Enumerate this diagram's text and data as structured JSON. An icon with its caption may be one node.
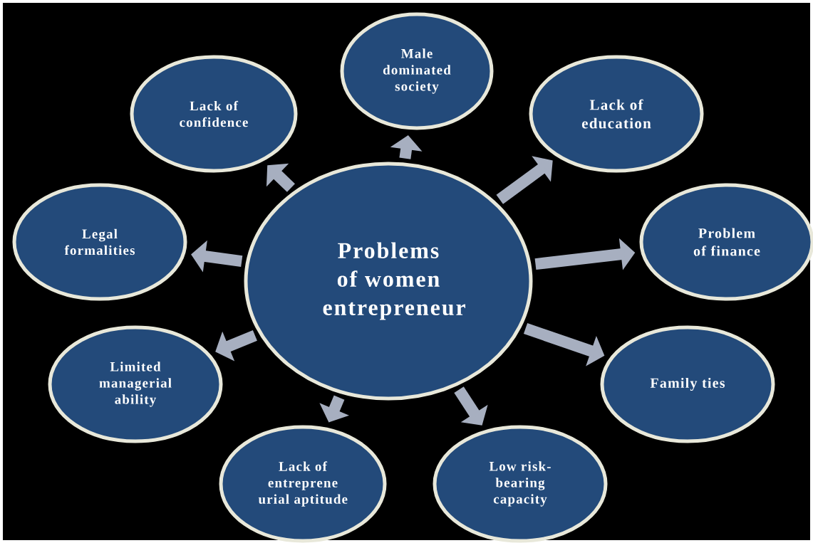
{
  "diagram": {
    "nodes": [
      {
        "text": [
          "Problems of women entrepreneur"
        ]
      },
      {
        "text": [
          "Male dominated society"
        ]
      },
      {
        "text": [
          "Lack of education"
        ]
      },
      {
        "text": [
          "Problem of finance"
        ]
      },
      {
        "text": [
          "Family ties"
        ]
      },
      {
        "text": [
          "Low risk-bearing capacity"
        ]
      },
      {
        "text": [
          "Lack of entreprene urial aptitude"
        ]
      },
      {
        "text": [
          "Limited managerial ability"
        ]
      },
      {
        "text": [
          "Legal formalities"
        ]
      },
      {
        "text": [
          "Lack of confidence"
        ]
      }
    ],
    "edges": [
      {
        "from": 0,
        "to": 1,
        "arrow": "to"
      },
      {
        "from": 0,
        "to": 2,
        "arrow": "to"
      },
      {
        "from": 0,
        "to": 3,
        "arrow": "to"
      },
      {
        "from": 0,
        "to": 4,
        "arrow": "to"
      },
      {
        "from": 0,
        "to": 5,
        "arrow": "to"
      },
      {
        "from": 0,
        "to": 6,
        "arrow": "to"
      },
      {
        "from": 0,
        "to": 7,
        "arrow": "to"
      },
      {
        "from": 0,
        "to": 8,
        "arrow": "to"
      },
      {
        "from": 0,
        "to": 9,
        "arrow": "to"
      }
    ]
  }
}
